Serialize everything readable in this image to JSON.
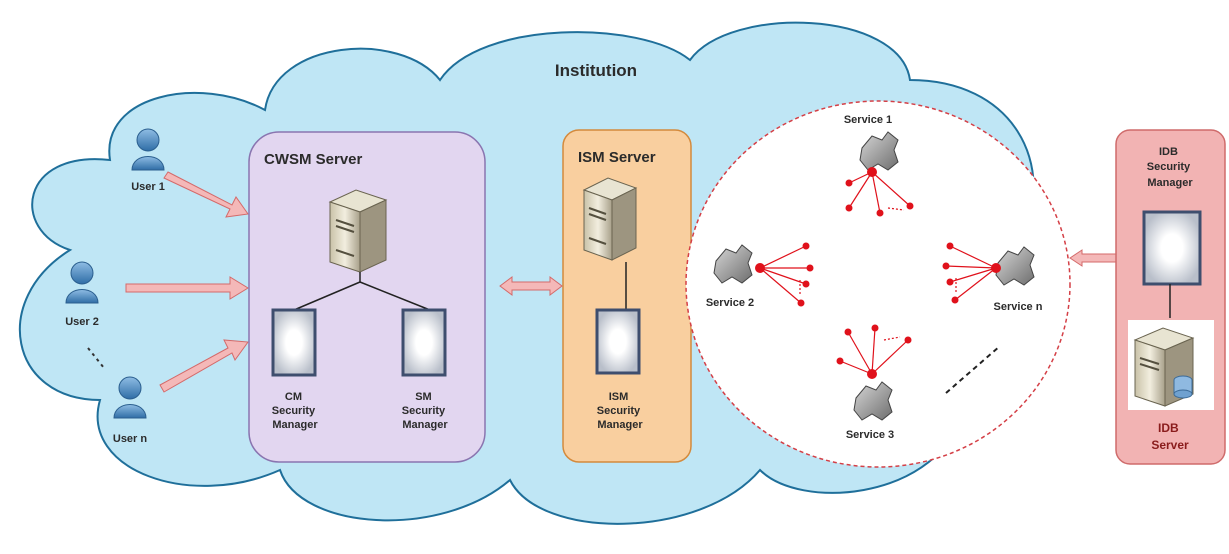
{
  "title": "Institution",
  "users": [
    {
      "label": "User 1"
    },
    {
      "label": "User 2"
    },
    {
      "label": "User n"
    }
  ],
  "cwsm": {
    "title": "CWSM Server",
    "cm_label": [
      "CM",
      "Security",
      "Manager"
    ],
    "sm_label": [
      "SM",
      "Security",
      "Manager"
    ]
  },
  "ism": {
    "title": "ISM Server",
    "manager_label": [
      "ISM",
      "Security",
      "Manager"
    ]
  },
  "services": [
    {
      "label": "Service 1"
    },
    {
      "label": "Service 2"
    },
    {
      "label": "Service n"
    },
    {
      "label": "Service 3"
    }
  ],
  "idb": {
    "manager_title": [
      "IDB",
      "Security",
      "Manager"
    ],
    "server_label": [
      "IDB",
      "Server"
    ]
  },
  "colors": {
    "cloud": "#bfe6f5",
    "cloud_stroke": "#1f6f9a",
    "cwsm_fill": "#e2d6f0",
    "ism_fill": "#f9cf9f",
    "idb_fill": "#f2b3b3",
    "arrow": "#f4b8b8",
    "service_links": "#e0111b"
  }
}
